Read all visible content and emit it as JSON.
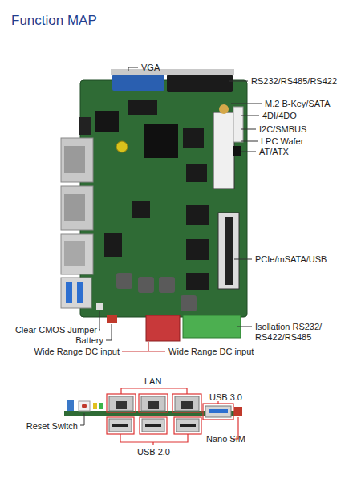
{
  "diagram": {
    "title": "Function MAP",
    "labels": [
      "VGA",
      "RS232/RS485/RS422",
      "M.2 B-Key/SATA",
      "4DI/4DO",
      "I2C/SMBUS",
      "LPC Wafer",
      "AT/ATX",
      "PCIe/mSATA/USB",
      "Isollation RS232/ RS422/RS485",
      "Clear CMOS Jumper",
      "Battery",
      "Wide Range DC input",
      "Wide Range DC input",
      "LAN",
      "USB 3.0",
      "Reset Switch",
      "Nano SIM",
      "USB 2.0"
    ]
  }
}
